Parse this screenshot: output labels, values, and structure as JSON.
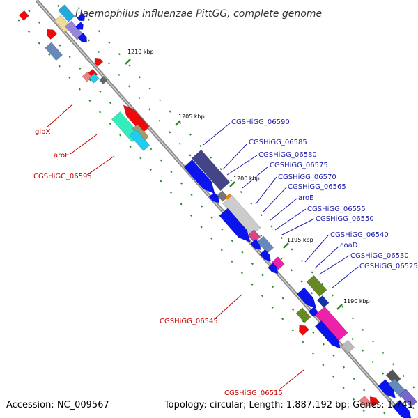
{
  "title": "Haemophilus influenzae PittGG, complete genome",
  "footer": {
    "accession": "Accession: NC_009567",
    "summary": "Topology: circular; Length: 1,887,192 bp; Genes: 1,741"
  },
  "ticks": [
    {
      "label": "1210 kbp",
      "kbp": 1210
    },
    {
      "label": "1205 kbp",
      "kbp": 1205
    },
    {
      "label": "1200 kbp",
      "kbp": 1200
    },
    {
      "label": "1195 kbp",
      "kbp": 1195
    },
    {
      "label": "1190 kbp",
      "kbp": 1190
    }
  ],
  "labels_forward": [
    "CGSHiGG_06590",
    "CGSHiGG_06585",
    "CGSHiGG_06580",
    "CGSHiGG_06575",
    "CGSHiGG_06570",
    "CGSHiGG_06565",
    "aroE",
    "CGSHiGG_06555",
    "CGSHiGG_06550",
    "CGSHiGG_06540",
    "coaD",
    "CGSHiGG_06530",
    "CGSHiGG_06525"
  ],
  "labels_reverse": [
    "glpX",
    "aroE",
    "CGSHiGG_06595",
    "CGSHiGG_06545",
    "CGSHiGG_06515"
  ],
  "colors": {
    "forward_label": "#1a1aaa",
    "reverse_label": "#cc0000",
    "backbone": "#8a8a8a",
    "tick": "#2a8a2a",
    "blue_cds": "#0a14ee",
    "red_cds": "#ee0a0a"
  }
}
